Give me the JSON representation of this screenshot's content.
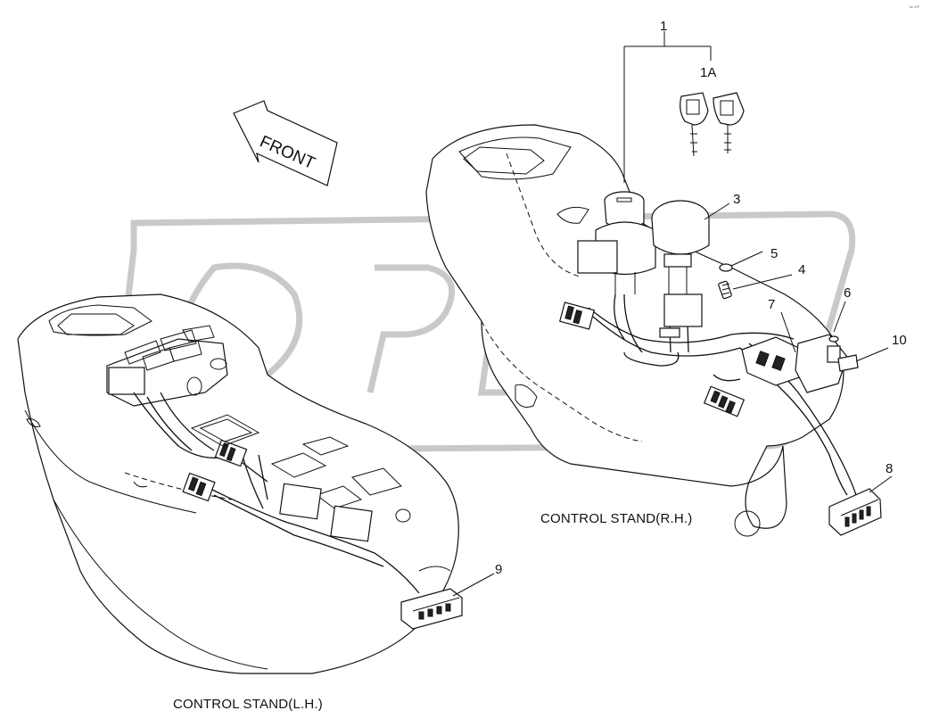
{
  "labels": {
    "part_1": "1",
    "part_1a": "1A",
    "part_3": "3",
    "part_4": "4",
    "part_5": "5",
    "part_6": "6",
    "part_7": "7",
    "part_8": "8",
    "part_9": "9",
    "part_10": "10"
  },
  "captions": {
    "front": "FRONT",
    "stand_rh": "CONTROL STAND(R.H.)",
    "stand_lh": "CONTROL STAND(L.H.)"
  },
  "watermark": "OPEX",
  "corner_code": "ᵃᵒ ⁸⁰⁰",
  "colors": {
    "line": "#111111",
    "background": "#ffffff",
    "watermark": "#c9c9c9"
  }
}
